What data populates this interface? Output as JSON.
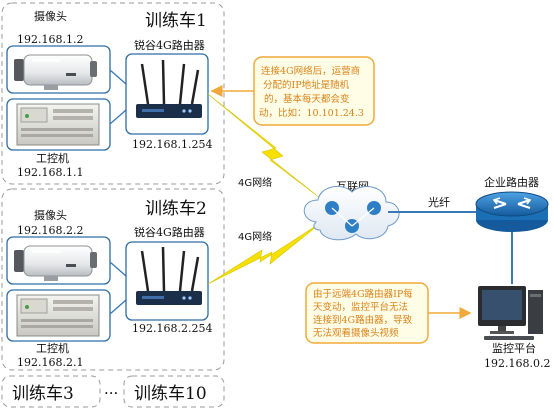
{
  "car1": {
    "title": "训练车1",
    "camera_label": "摄像头",
    "camera_ip": "192.168.1.2",
    "pc_label": "工控机",
    "pc_ip": "192.168.1.1",
    "router_label": "锐谷4G路由器",
    "router_ip": "192.168.1.254",
    "link_label": "4G网络"
  },
  "car2": {
    "title": "训练车2",
    "camera_label": "摄像头",
    "camera_ip": "192.168.2.2",
    "pc_label": "工控机",
    "pc_ip": "192.168.2.1",
    "router_label": "锐谷4G路由器",
    "router_ip": "192.168.2.254",
    "link_label": "4G网络"
  },
  "more_cars": {
    "car3": "训练车3",
    "ellipsis": "···",
    "car10": "训练车10"
  },
  "internet": {
    "label": "互联网"
  },
  "fiber_label": "光纤",
  "enterprise_router": {
    "label": "企业路由器"
  },
  "monitor": {
    "label": "监控平台",
    "ip": "192.168.0.2"
  },
  "note_top": {
    "lines": [
      "连接4G网络后，运营商",
      "分配的IP地址是随机",
      "的，基本每天都会变",
      "动，比如：10.101.24.3"
    ]
  },
  "note_bottom": {
    "lines": [
      "由于远端4G路由器IP每",
      "天变动，监控平台无法",
      "连接到4G路由器，导致",
      "无法观看摄像头视频"
    ]
  },
  "colors": {
    "box_border": "#2e6da4",
    "dashed_border": "#9a9a9a",
    "note_fill": "#fffde6",
    "note_border": "#f0a93a",
    "lightning": "#f5e000",
    "link_line": "#3a79b8",
    "router_blue": "#1c6fb4"
  }
}
